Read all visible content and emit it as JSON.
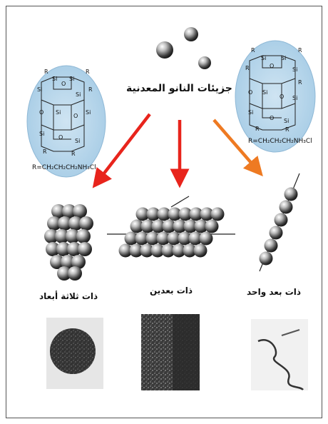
{
  "title": "جزيئات النانو المعدنية",
  "labels": {
    "three_d": "ذات ثلاثة أبعاد",
    "two_d": "ذات بعدين",
    "one_d": "ذات بعد واحد"
  },
  "molecules": {
    "left_formula": "R=CH₂CH₂CH₂NH₃Cl",
    "right_formula": "R=CH₂CH₂CH₂NH₃Cl",
    "atom_si": "Si",
    "atom_o": "O",
    "atom_r": "R"
  },
  "colors": {
    "arrow_red": "#e8241c",
    "arrow_orange": "#ee7a22",
    "molecule_bg": "#b9d8ec"
  }
}
